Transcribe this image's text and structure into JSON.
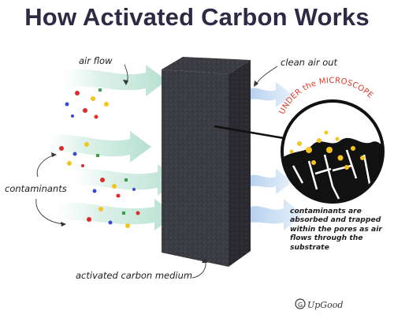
{
  "title": "How Activated Carbon Works",
  "labels": {
    "air_flow": "air flow",
    "clean_air_out": "clean air out",
    "contaminants": "contaminants",
    "medium": "activated carbon medium",
    "microscope": "UNDER the MICROSCOPE",
    "description": "contaminants are absorbed and trapped within the pores as air flows through the substrate"
  },
  "logo": {
    "text": "UpGood",
    "icon": "circle-g-logo-icon"
  },
  "colors": {
    "title": "#2e2a45",
    "airflow_in": "#bfe6d8",
    "airflow_out": "#c7dcf3",
    "carbon_block": "#3a3a40",
    "microscope_text": "#e03a2a",
    "contaminant_red": "#e02a2a",
    "contaminant_yellow": "#f4c61c",
    "contaminant_blue": "#3a4bd0",
    "contaminant_green": "#3aa04a"
  }
}
